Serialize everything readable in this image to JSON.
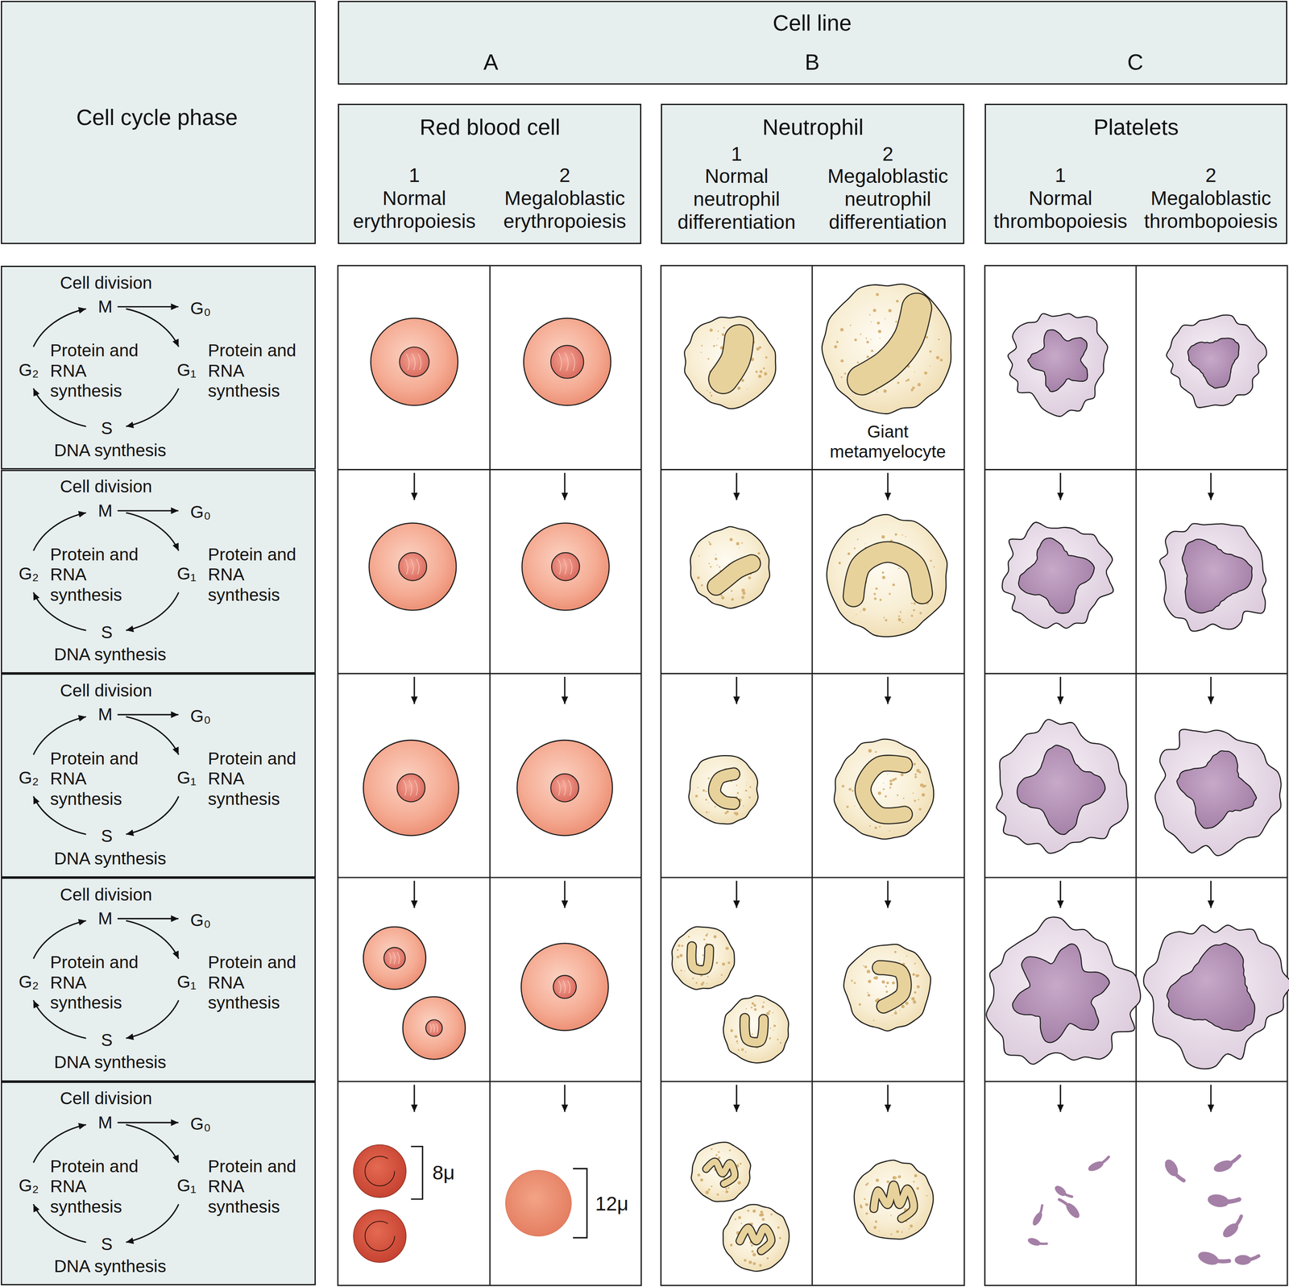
{
  "diagram": {
    "nodes": [
      {
        "text": [
          "Cell cycle phase"
        ]
      },
      {
        "text": [
          "Cell line",
          "A",
          "B",
          "C"
        ]
      },
      {
        "text": [
          "Red blood cell",
          "1",
          "Normal erythropoiesis",
          "2",
          "Megaloblastic erythropoiesis"
        ]
      },
      {
        "text": [
          "Neutrophil",
          "1",
          "Normal neutrophil differentiation",
          "2",
          "Megaloblastic neutrophil differentiation"
        ]
      },
      {
        "text": [
          "Platelets",
          "1",
          "Normal thrombopoiesis",
          "2",
          "Megaloblastic thrombopoiesis"
        ]
      },
      {
        "text": [
          "Cell division",
          "M",
          "G₀",
          "Protein and RNA synthesis",
          "G₂",
          "G₁",
          "Protein and RNA synthesis",
          "S",
          "DNA synthesis"
        ]
      },
      {
        "text": [
          "Cell division",
          "M",
          "G₀",
          "Protein and RNA synthesis",
          "G₂",
          "G₁",
          "Protein and RNA synthesis",
          "S",
          "DNA synthesis"
        ]
      },
      {
        "text": [
          "Cell division",
          "M",
          "G₀",
          "Protein and RNA synthesis",
          "G₂",
          "G₁",
          "Protein and RNA synthesis",
          "S",
          "DNA synthesis"
        ]
      },
      {
        "text": [
          "Cell division",
          "M",
          "G₀",
          "Protein and RNA synthesis",
          "G₂",
          "G₁",
          "Protein and RNA synthesis",
          "S",
          "DNA synthesis"
        ]
      },
      {
        "text": [
          "Cell division",
          "M",
          "G₀",
          "Protein and RNA synthesis",
          "G₂",
          "G₁",
          "Protein and RNA synthesis",
          "S",
          "DNA synthesis"
        ]
      }
    ],
    "labels": [
      "Giant metamyelocyte",
      "8μ",
      "12μ"
    ]
  }
}
